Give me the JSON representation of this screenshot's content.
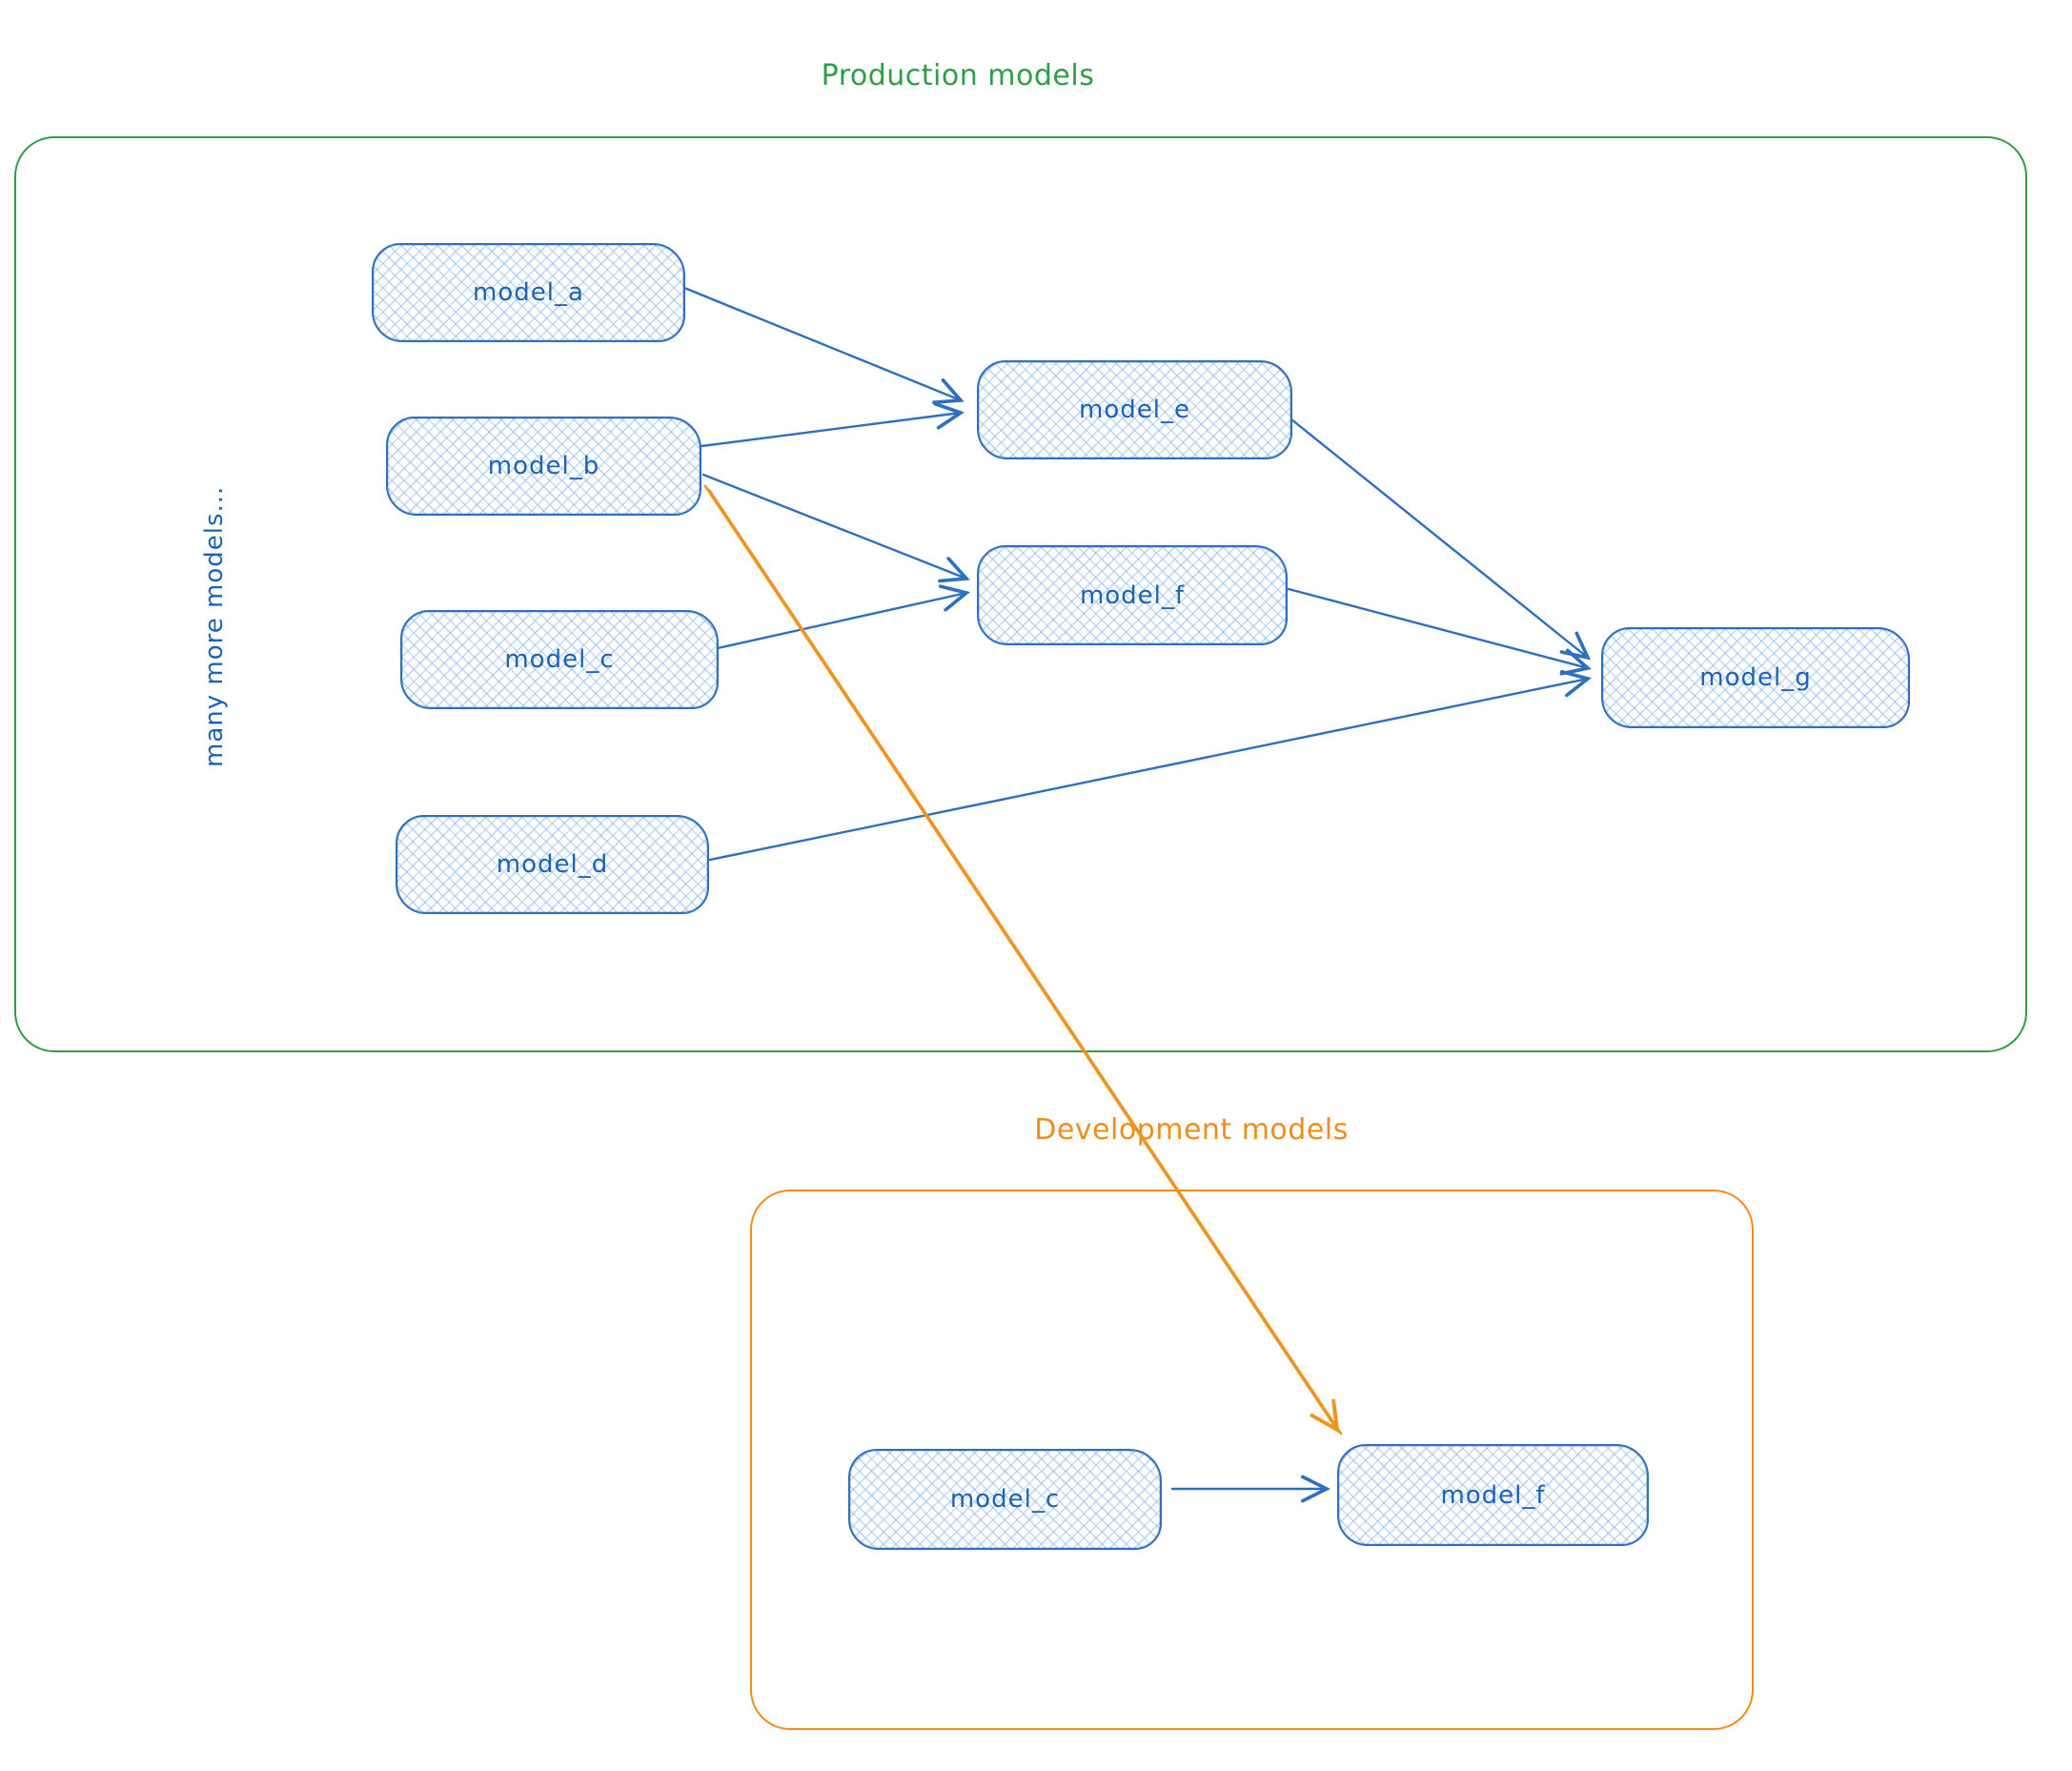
{
  "production": {
    "title": "Production models",
    "side_note": "many more models...",
    "nodes": {
      "a": "model_a",
      "b": "model_b",
      "c": "model_c",
      "d": "model_d",
      "e": "model_e",
      "f": "model_f",
      "g": "model_g"
    }
  },
  "development": {
    "title": "Development models",
    "nodes": {
      "c": "model_c",
      "f": "model_f"
    }
  },
  "edges": [
    {
      "from": "model_a",
      "to": "model_e",
      "color": "blue"
    },
    {
      "from": "model_b",
      "to": "model_e",
      "color": "blue"
    },
    {
      "from": "model_b",
      "to": "model_f",
      "color": "blue"
    },
    {
      "from": "model_c",
      "to": "model_f",
      "color": "blue"
    },
    {
      "from": "model_e",
      "to": "model_g",
      "color": "blue"
    },
    {
      "from": "model_f",
      "to": "model_g",
      "color": "blue"
    },
    {
      "from": "model_d",
      "to": "model_g",
      "color": "blue"
    },
    {
      "from": "model_b (production)",
      "to": "model_f (development)",
      "color": "orange"
    },
    {
      "from": "model_c (development)",
      "to": "model_f (development)",
      "color": "blue"
    }
  ],
  "colors": {
    "production_frame": "#2f9e44",
    "development_frame": "#ef8e1b",
    "node_stroke": "#2f6fbf",
    "node_fill_hatch": "#a9c9ef",
    "node_label": "#1d63b5",
    "edge_blue": "#2f6fbf",
    "edge_orange": "#f0941f"
  }
}
